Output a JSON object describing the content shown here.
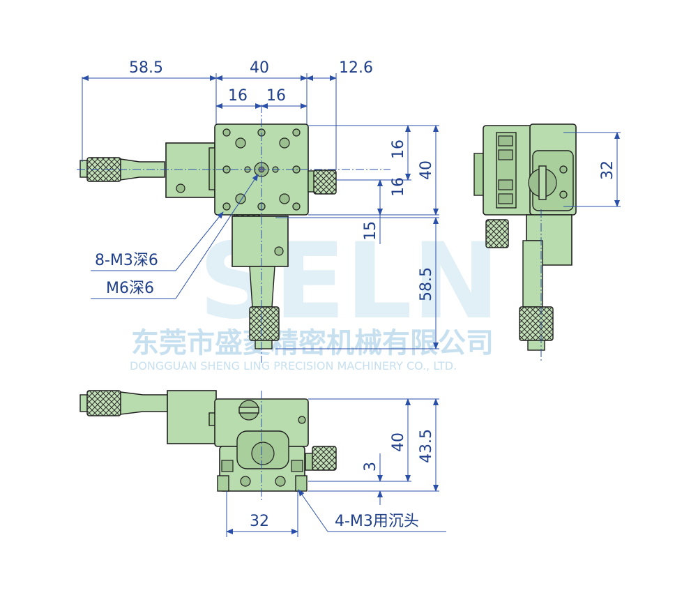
{
  "dimensions": {
    "top_left_width": "58.5",
    "top_body_width": "40",
    "top_knob_offset": "12.6",
    "half_left": "16",
    "half_right": "16",
    "right_upper": "16",
    "right_lower": "16",
    "right_total": "40",
    "micrometer_offset": "15",
    "micrometer_length": "58.5",
    "side_hole_spacing": "32",
    "bottom_height_inner": "40",
    "bottom_height_total": "43.5",
    "bottom_offset": "3",
    "bottom_hole_spacing": "32"
  },
  "callouts": {
    "tapped_holes": "8-M3深6",
    "center_hole": "M6深6",
    "counterbore": "4-M3用沉头"
  },
  "watermark": {
    "logo": "SELN",
    "company_cn": "东莞市盛菱精密机械有限公司",
    "company_en": "DONGGUAN SHENG LING PRECISION MACHINERY CO., LTD."
  },
  "colors": {
    "dimension_blue": "#2a4fa8",
    "part_green": "#b9dcae",
    "watermark_blue": "#c7e0ef"
  }
}
